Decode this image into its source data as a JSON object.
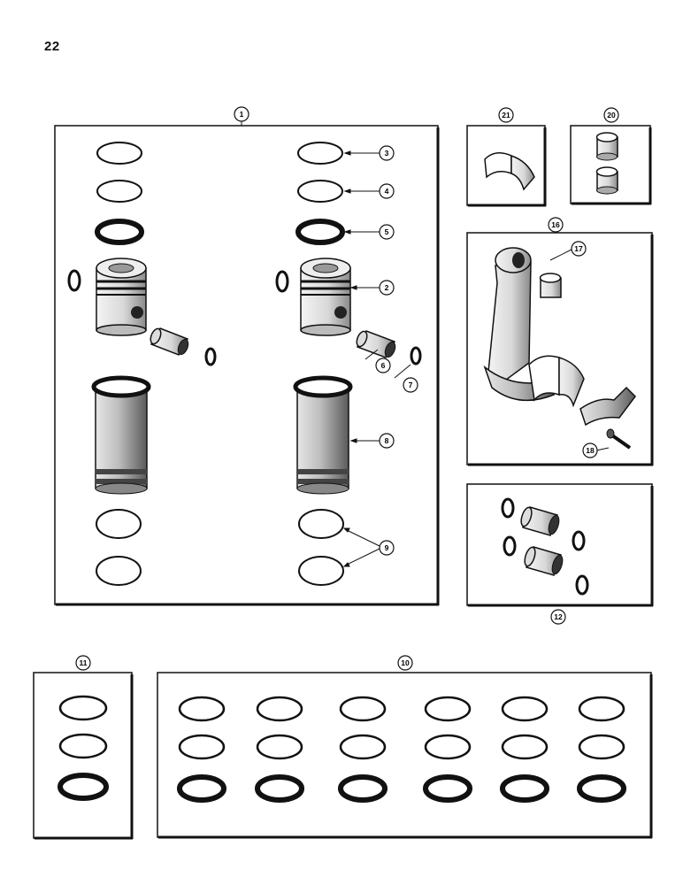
{
  "page_number": "22",
  "callouts": {
    "c1": "1",
    "c2": "2",
    "c3": "3",
    "c4": "4",
    "c5": "5",
    "c6": "6",
    "c7": "7",
    "c8": "8",
    "c9": "9",
    "c10": "10",
    "c11": "11",
    "c12": "12",
    "c16": "16",
    "c17": "17",
    "c18": "18",
    "c20": "20",
    "c21": "21"
  }
}
